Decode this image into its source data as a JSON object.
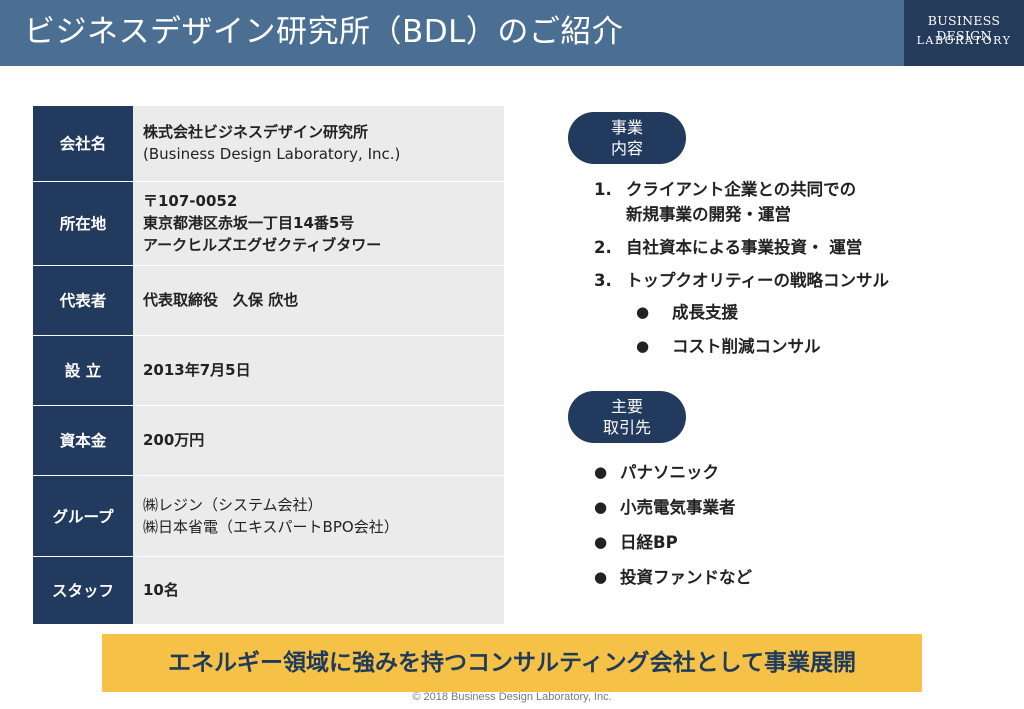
{
  "header": {
    "title": "ビジネスデザイン研究所（BDL）のご紹介",
    "logo_line1": "BUSINESS DESIGN",
    "logo_line2": "LABORATORY"
  },
  "company_info": [
    {
      "label": "会社名",
      "lines": [
        "株式会社ビジネスデザイン研究所",
        "(Business Design Laboratory, Inc.)"
      ]
    },
    {
      "label": "所在地",
      "lines": [
        "〒107-0052",
        "東京都港区赤坂一丁目14番5号",
        "アークヒルズエグゼクティブタワー"
      ]
    },
    {
      "label": "代表者",
      "lines": [
        "代表取締役　久保 欣也"
      ]
    },
    {
      "label": "設 立",
      "lines": [
        "2013年7月5日"
      ]
    },
    {
      "label": "資本金",
      "lines": [
        "200万円"
      ]
    },
    {
      "label": "グループ",
      "lines": [
        "㈱レジン（システム会社）",
        "㈱日本省電（エキスパートBPO会社）"
      ]
    },
    {
      "label": "スタッフ",
      "lines": [
        "10名"
      ]
    }
  ],
  "business": {
    "badge_line1": "事業",
    "badge_line2": "内容",
    "items": [
      {
        "num": "1.",
        "lines": [
          "クライアント企業との共同での",
          "新規事業の開発・運営"
        ]
      },
      {
        "num": "2.",
        "lines": [
          "自社資本による事業投資・ 運営"
        ]
      },
      {
        "num": "3.",
        "lines": [
          "トップクオリティーの戦略コンサル"
        ]
      }
    ],
    "sub_items": [
      "成長支援",
      "コスト削減コンサル"
    ]
  },
  "clients": {
    "badge_line1": "主要",
    "badge_line2": "取引先",
    "items": [
      "パナソニック",
      "小売電気事業者",
      "日経BP",
      "投資ファンドなど"
    ]
  },
  "bullet_glyph": "●",
  "banner": "エネルギー領域に強みを持つコンサルティング会社として事業展開",
  "footer": "© 2018 Business Design Laboratory, Inc.",
  "colors": {
    "header": "#4a6f93",
    "navy": "#223a5e",
    "banner": "#f5c247"
  }
}
